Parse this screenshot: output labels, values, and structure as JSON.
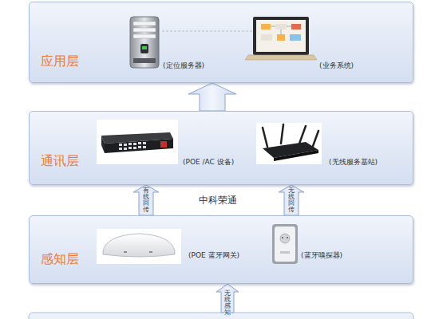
{
  "diagram": {
    "nodes": [
      {
        "text": [
          "应用层",
          "(定位服务器)",
          "(业务系统)"
        ]
      },
      {
        "text": [
          "通讯层",
          "(POE /AC 设备)",
          "(无线服务基站)"
        ]
      },
      {
        "text": [
          "感知层",
          "(POE 蓝牙网关)",
          "(蓝牙嗅探器)"
        ]
      }
    ],
    "edges": [
      {
        "from": 1,
        "to": 0,
        "arrow": "to"
      },
      {
        "from": 2,
        "to": 1,
        "label": "有线回传",
        "arrow": "to"
      },
      {
        "from": 2,
        "to": 1,
        "label": "无线回传",
        "arrow": "to"
      }
    ],
    "labels": [
      "中科荣通",
      "无线感知"
    ]
  }
}
